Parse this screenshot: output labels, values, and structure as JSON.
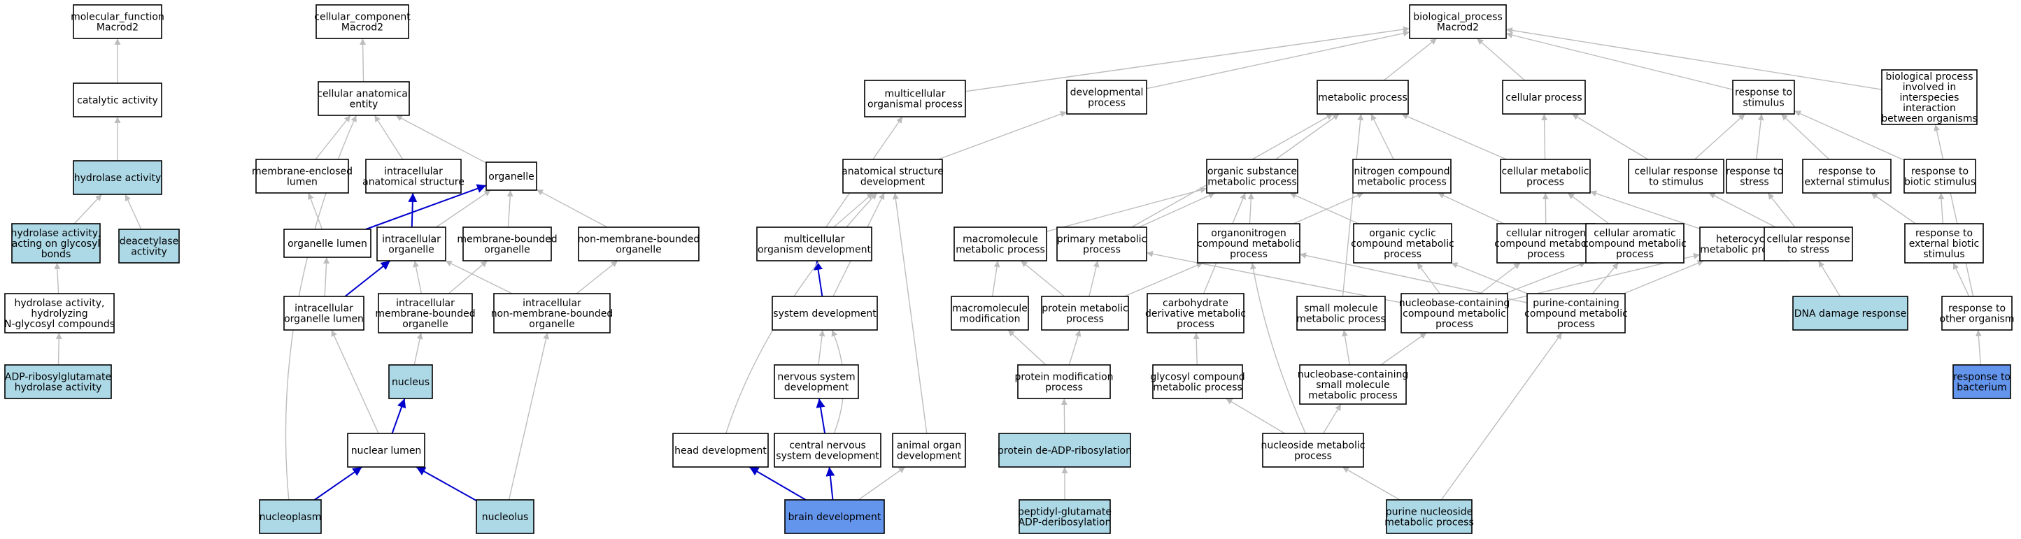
{
  "node_fills": {
    "none": "#ffffff",
    "light": "#add8e6",
    "dark": "#6495ed"
  },
  "edge_colors": {
    "gray": "#bdbdbd",
    "blue": "#0000cd"
  },
  "nodes": [
    {
      "id": "mf",
      "label": [
        "molecular_function",
        "Macrod2"
      ],
      "fill": "none"
    },
    {
      "id": "cat",
      "label": [
        "catalytic activity"
      ],
      "fill": "none"
    },
    {
      "id": "hyd",
      "label": [
        "hydrolase activity"
      ],
      "fill": "light"
    },
    {
      "id": "hydgly",
      "label": [
        "hydrolase activity,",
        "acting on glycosyl",
        "bonds"
      ],
      "fill": "light"
    },
    {
      "id": "deac",
      "label": [
        "deacetylase",
        "activity"
      ],
      "fill": "light"
    },
    {
      "id": "hydn",
      "label": [
        "hydrolase activity,",
        "hydrolyzing",
        "N-glycosyl compounds"
      ],
      "fill": "none"
    },
    {
      "id": "adpr",
      "label": [
        "ADP-ribosylglutamate",
        "hydrolase activity"
      ],
      "fill": "light"
    },
    {
      "id": "cc",
      "label": [
        "cellular_component",
        "Macrod2"
      ],
      "fill": "none"
    },
    {
      "id": "cae",
      "label": [
        "cellular anatomical",
        "entity"
      ],
      "fill": "none"
    },
    {
      "id": "mel",
      "label": [
        "membrane-enclosed",
        "lumen"
      ],
      "fill": "none"
    },
    {
      "id": "ias",
      "label": [
        "intracellular",
        "anatomical structure"
      ],
      "fill": "none"
    },
    {
      "id": "org",
      "label": [
        "organelle"
      ],
      "fill": "none"
    },
    {
      "id": "orgl",
      "label": [
        "organelle lumen"
      ],
      "fill": "none"
    },
    {
      "id": "iorg",
      "label": [
        "intracellular",
        "organelle"
      ],
      "fill": "none"
    },
    {
      "id": "mbo",
      "label": [
        "membrane-bounded",
        "organelle"
      ],
      "fill": "none"
    },
    {
      "id": "nmbo",
      "label": [
        "non-membrane-bounded",
        "organelle"
      ],
      "fill": "none"
    },
    {
      "id": "iol",
      "label": [
        "intracellular",
        "organelle lumen"
      ],
      "fill": "none"
    },
    {
      "id": "imbo",
      "label": [
        "intracellular",
        "membrane-bounded",
        "organelle"
      ],
      "fill": "none"
    },
    {
      "id": "inmbo",
      "label": [
        "intracellular",
        "non-membrane-bounded",
        "organelle"
      ],
      "fill": "none"
    },
    {
      "id": "nuc",
      "label": [
        "nucleus"
      ],
      "fill": "light"
    },
    {
      "id": "nl",
      "label": [
        "nuclear lumen"
      ],
      "fill": "none"
    },
    {
      "id": "npl",
      "label": [
        "nucleoplasm"
      ],
      "fill": "light"
    },
    {
      "id": "ncl",
      "label": [
        "nucleolus"
      ],
      "fill": "light"
    },
    {
      "id": "bp",
      "label": [
        "biological_process",
        "Macrod2"
      ],
      "fill": "none"
    },
    {
      "id": "mop",
      "label": [
        "multicellular",
        "organismal process"
      ],
      "fill": "none"
    },
    {
      "id": "dp",
      "label": [
        "developmental",
        "process"
      ],
      "fill": "none"
    },
    {
      "id": "metp",
      "label": [
        "metabolic process"
      ],
      "fill": "none"
    },
    {
      "id": "cp",
      "label": [
        "cellular process"
      ],
      "fill": "none"
    },
    {
      "id": "rts",
      "label": [
        "response to",
        "stimulus"
      ],
      "fill": "none"
    },
    {
      "id": "bpii",
      "label": [
        "biological process",
        "involved in",
        "interspecies",
        "interaction",
        "between organisms"
      ],
      "fill": "none"
    },
    {
      "id": "asd",
      "label": [
        "anatomical structure",
        "development"
      ],
      "fill": "none"
    },
    {
      "id": "osmp",
      "label": [
        "organic substance",
        "metabolic process"
      ],
      "fill": "none"
    },
    {
      "id": "ncmp",
      "label": [
        "nitrogen compound",
        "metabolic process"
      ],
      "fill": "none"
    },
    {
      "id": "cmp",
      "label": [
        "cellular metabolic",
        "process"
      ],
      "fill": "none"
    },
    {
      "id": "crts",
      "label": [
        "cellular response",
        "to stimulus"
      ],
      "fill": "none"
    },
    {
      "id": "rstr",
      "label": [
        "response to",
        "stress"
      ],
      "fill": "none"
    },
    {
      "id": "rext",
      "label": [
        "response to",
        "external stimulus"
      ],
      "fill": "none"
    },
    {
      "id": "rbio",
      "label": [
        "response to",
        "biotic stimulus"
      ],
      "fill": "none"
    },
    {
      "id": "mod",
      "label": [
        "multicellular",
        "organism development"
      ],
      "fill": "none"
    },
    {
      "id": "mmp",
      "label": [
        "macromolecule",
        "metabolic process"
      ],
      "fill": "none"
    },
    {
      "id": "pmp",
      "label": [
        "primary metabolic",
        "process"
      ],
      "fill": "none"
    },
    {
      "id": "oncmp",
      "label": [
        "organonitrogen",
        "compound metabolic",
        "process"
      ],
      "fill": "none"
    },
    {
      "id": "occmp",
      "label": [
        "organic cyclic",
        "compound metabolic",
        "process"
      ],
      "fill": "none"
    },
    {
      "id": "cncmp",
      "label": [
        "cellular nitrogen",
        "compound metabolic",
        "process"
      ],
      "fill": "none"
    },
    {
      "id": "cacmp",
      "label": [
        "cellular aromatic",
        "compound metabolic",
        "process"
      ],
      "fill": "none"
    },
    {
      "id": "hmp",
      "label": [
        "heterocycle",
        "metabolic process"
      ],
      "fill": "none"
    },
    {
      "id": "crs",
      "label": [
        "cellular response",
        "to stress"
      ],
      "fill": "none"
    },
    {
      "id": "rebs",
      "label": [
        "response to",
        "external biotic",
        "stimulus"
      ],
      "fill": "none"
    },
    {
      "id": "sd",
      "label": [
        "system development"
      ],
      "fill": "none"
    },
    {
      "id": "mmm",
      "label": [
        "macromolecule",
        "modification"
      ],
      "fill": "none"
    },
    {
      "id": "prmp",
      "label": [
        "protein metabolic",
        "process"
      ],
      "fill": "none"
    },
    {
      "id": "cdmp",
      "label": [
        "carbohydrate",
        "derivative metabolic",
        "process"
      ],
      "fill": "none"
    },
    {
      "id": "smmp",
      "label": [
        "small molecule",
        "metabolic process"
      ],
      "fill": "none"
    },
    {
      "id": "nbcmp",
      "label": [
        "nucleobase-containing",
        "compound metabolic",
        "process"
      ],
      "fill": "none"
    },
    {
      "id": "pcmp",
      "label": [
        "purine-containing",
        "compound metabolic",
        "process"
      ],
      "fill": "none"
    },
    {
      "id": "ddr",
      "label": [
        "DNA damage response"
      ],
      "fill": "light"
    },
    {
      "id": "rto",
      "label": [
        "response to",
        "other organism"
      ],
      "fill": "none"
    },
    {
      "id": "nsd",
      "label": [
        "nervous system",
        "development"
      ],
      "fill": "none"
    },
    {
      "id": "pmodp",
      "label": [
        "protein modification",
        "process"
      ],
      "fill": "none"
    },
    {
      "id": "gcmp",
      "label": [
        "glycosyl compound",
        "metabolic process"
      ],
      "fill": "none"
    },
    {
      "id": "nbsmm",
      "label": [
        "nucleobase-containing",
        "small molecule",
        "metabolic process"
      ],
      "fill": "none"
    },
    {
      "id": "rbac",
      "label": [
        "response to",
        "bacterium"
      ],
      "fill": "dark"
    },
    {
      "id": "hd",
      "label": [
        "head development"
      ],
      "fill": "none"
    },
    {
      "id": "cnsd",
      "label": [
        "central nervous",
        "system development"
      ],
      "fill": "none"
    },
    {
      "id": "aod",
      "label": [
        "animal organ",
        "development"
      ],
      "fill": "none"
    },
    {
      "id": "pdadpr",
      "label": [
        "protein de-ADP-ribosylation"
      ],
      "fill": "light"
    },
    {
      "id": "nsmp",
      "label": [
        "nucleoside metabolic",
        "process"
      ],
      "fill": "none"
    },
    {
      "id": "bd",
      "label": [
        "brain development"
      ],
      "fill": "dark"
    },
    {
      "id": "pgadp",
      "label": [
        "peptidyl-glutamate",
        "ADP-deribosylation"
      ],
      "fill": "light"
    },
    {
      "id": "pnmp",
      "label": [
        "purine nucleoside",
        "metabolic process"
      ],
      "fill": "light"
    }
  ],
  "edges": [
    {
      "from": "cat",
      "to": "mf",
      "color": "gray"
    },
    {
      "from": "hyd",
      "to": "cat",
      "color": "gray"
    },
    {
      "from": "hydgly",
      "to": "hyd",
      "color": "gray"
    },
    {
      "from": "deac",
      "to": "hyd",
      "color": "gray"
    },
    {
      "from": "hydn",
      "to": "hydgly",
      "color": "gray"
    },
    {
      "from": "adpr",
      "to": "hydn",
      "color": "gray"
    },
    {
      "from": "cae",
      "to": "cc",
      "color": "gray"
    },
    {
      "from": "mel",
      "to": "cae",
      "color": "gray"
    },
    {
      "from": "ias",
      "to": "cae",
      "color": "gray"
    },
    {
      "from": "org",
      "to": "cae",
      "color": "gray"
    },
    {
      "from": "npl",
      "to": "cae",
      "color": "gray"
    },
    {
      "from": "orgl",
      "to": "mel",
      "color": "gray"
    },
    {
      "from": "orgl",
      "to": "org",
      "color": "blue"
    },
    {
      "from": "iorg",
      "to": "ias",
      "color": "blue"
    },
    {
      "from": "iorg",
      "to": "org",
      "color": "gray"
    },
    {
      "from": "mbo",
      "to": "org",
      "color": "gray"
    },
    {
      "from": "nmbo",
      "to": "org",
      "color": "gray"
    },
    {
      "from": "iol",
      "to": "orgl",
      "color": "gray"
    },
    {
      "from": "iol",
      "to": "iorg",
      "color": "blue"
    },
    {
      "from": "imbo",
      "to": "iorg",
      "color": "gray"
    },
    {
      "from": "imbo",
      "to": "mbo",
      "color": "gray"
    },
    {
      "from": "inmbo",
      "to": "iorg",
      "color": "gray"
    },
    {
      "from": "inmbo",
      "to": "nmbo",
      "color": "gray"
    },
    {
      "from": "nuc",
      "to": "imbo",
      "color": "gray"
    },
    {
      "from": "nl",
      "to": "nuc",
      "color": "blue"
    },
    {
      "from": "nl",
      "to": "iol",
      "color": "gray"
    },
    {
      "from": "npl",
      "to": "nl",
      "color": "blue"
    },
    {
      "from": "ncl",
      "to": "nl",
      "color": "blue"
    },
    {
      "from": "ncl",
      "to": "inmbo",
      "color": "gray"
    },
    {
      "from": "mop",
      "to": "bp",
      "color": "gray"
    },
    {
      "from": "dp",
      "to": "bp",
      "color": "gray"
    },
    {
      "from": "metp",
      "to": "bp",
      "color": "gray"
    },
    {
      "from": "cp",
      "to": "bp",
      "color": "gray"
    },
    {
      "from": "rts",
      "to": "bp",
      "color": "gray"
    },
    {
      "from": "bpii",
      "to": "bp",
      "color": "gray"
    },
    {
      "from": "asd",
      "to": "dp",
      "color": "gray"
    },
    {
      "from": "mod",
      "to": "mop",
      "color": "gray"
    },
    {
      "from": "mod",
      "to": "asd",
      "color": "gray"
    },
    {
      "from": "sd",
      "to": "mod",
      "color": "blue"
    },
    {
      "from": "sd",
      "to": "asd",
      "color": "gray"
    },
    {
      "from": "nsd",
      "to": "sd",
      "color": "gray"
    },
    {
      "from": "cnsd",
      "to": "nsd",
      "color": "blue"
    },
    {
      "from": "cnsd",
      "to": "sd",
      "color": "gray"
    },
    {
      "from": "hd",
      "to": "asd",
      "color": "gray"
    },
    {
      "from": "aod",
      "to": "asd",
      "color": "gray"
    },
    {
      "from": "bd",
      "to": "hd",
      "color": "blue"
    },
    {
      "from": "bd",
      "to": "cnsd",
      "color": "blue"
    },
    {
      "from": "bd",
      "to": "aod",
      "color": "gray"
    },
    {
      "from": "osmp",
      "to": "metp",
      "color": "gray"
    },
    {
      "from": "ncmp",
      "to": "metp",
      "color": "gray"
    },
    {
      "from": "cmp",
      "to": "metp",
      "color": "gray"
    },
    {
      "from": "cmp",
      "to": "cp",
      "color": "gray"
    },
    {
      "from": "pmp",
      "to": "metp",
      "color": "gray"
    },
    {
      "from": "smmp",
      "to": "metp",
      "color": "gray"
    },
    {
      "from": "mmp",
      "to": "osmp",
      "color": "gray"
    },
    {
      "from": "pmp",
      "to": "osmp",
      "color": "gray"
    },
    {
      "from": "oncmp",
      "to": "osmp",
      "color": "gray"
    },
    {
      "from": "oncmp",
      "to": "ncmp",
      "color": "gray"
    },
    {
      "from": "occmp",
      "to": "osmp",
      "color": "gray"
    },
    {
      "from": "cdmp",
      "to": "osmp",
      "color": "gray"
    },
    {
      "from": "cncmp",
      "to": "ncmp",
      "color": "gray"
    },
    {
      "from": "cncmp",
      "to": "cmp",
      "color": "gray"
    },
    {
      "from": "cacmp",
      "to": "cmp",
      "color": "gray"
    },
    {
      "from": "hmp",
      "to": "cmp",
      "color": "gray"
    },
    {
      "from": "mmm",
      "to": "mmp",
      "color": "gray"
    },
    {
      "from": "prmp",
      "to": "mmp",
      "color": "gray"
    },
    {
      "from": "prmp",
      "to": "pmp",
      "color": "gray"
    },
    {
      "from": "prmp",
      "to": "oncmp",
      "color": "gray"
    },
    {
      "from": "nbcmp",
      "to": "pmp",
      "color": "gray"
    },
    {
      "from": "nbcmp",
      "to": "occmp",
      "color": "gray"
    },
    {
      "from": "nbcmp",
      "to": "cncmp",
      "color": "gray"
    },
    {
      "from": "nbcmp",
      "to": "cacmp",
      "color": "gray"
    },
    {
      "from": "nbcmp",
      "to": "hmp",
      "color": "gray"
    },
    {
      "from": "pcmp",
      "to": "oncmp",
      "color": "gray"
    },
    {
      "from": "pcmp",
      "to": "occmp",
      "color": "gray"
    },
    {
      "from": "pcmp",
      "to": "cacmp",
      "color": "gray"
    },
    {
      "from": "pcmp",
      "to": "hmp",
      "color": "gray"
    },
    {
      "from": "pmodp",
      "to": "mmm",
      "color": "gray"
    },
    {
      "from": "pmodp",
      "to": "prmp",
      "color": "gray"
    },
    {
      "from": "pdadpr",
      "to": "pmodp",
      "color": "gray"
    },
    {
      "from": "pgadp",
      "to": "pdadpr",
      "color": "gray"
    },
    {
      "from": "gcmp",
      "to": "cdmp",
      "color": "gray"
    },
    {
      "from": "nbsmm",
      "to": "smmp",
      "color": "gray"
    },
    {
      "from": "nbsmm",
      "to": "nbcmp",
      "color": "gray"
    },
    {
      "from": "nsmp",
      "to": "gcmp",
      "color": "gray"
    },
    {
      "from": "nsmp",
      "to": "nbsmm",
      "color": "gray"
    },
    {
      "from": "nsmp",
      "to": "oncmp",
      "color": "gray"
    },
    {
      "from": "pnmp",
      "to": "nsmp",
      "color": "gray"
    },
    {
      "from": "pnmp",
      "to": "pcmp",
      "color": "gray"
    },
    {
      "from": "crts",
      "to": "cp",
      "color": "gray"
    },
    {
      "from": "crts",
      "to": "rts",
      "color": "gray"
    },
    {
      "from": "rstr",
      "to": "rts",
      "color": "gray"
    },
    {
      "from": "rext",
      "to": "rts",
      "color": "gray"
    },
    {
      "from": "rbio",
      "to": "rts",
      "color": "gray"
    },
    {
      "from": "crs",
      "to": "crts",
      "color": "gray"
    },
    {
      "from": "crs",
      "to": "rstr",
      "color": "gray"
    },
    {
      "from": "rebs",
      "to": "rext",
      "color": "gray"
    },
    {
      "from": "rebs",
      "to": "rbio",
      "color": "gray"
    },
    {
      "from": "ddr",
      "to": "crs",
      "color": "gray"
    },
    {
      "from": "rto",
      "to": "rebs",
      "color": "gray"
    },
    {
      "from": "rto",
      "to": "bpii",
      "color": "gray"
    },
    {
      "from": "rbac",
      "to": "rto",
      "color": "gray"
    }
  ]
}
